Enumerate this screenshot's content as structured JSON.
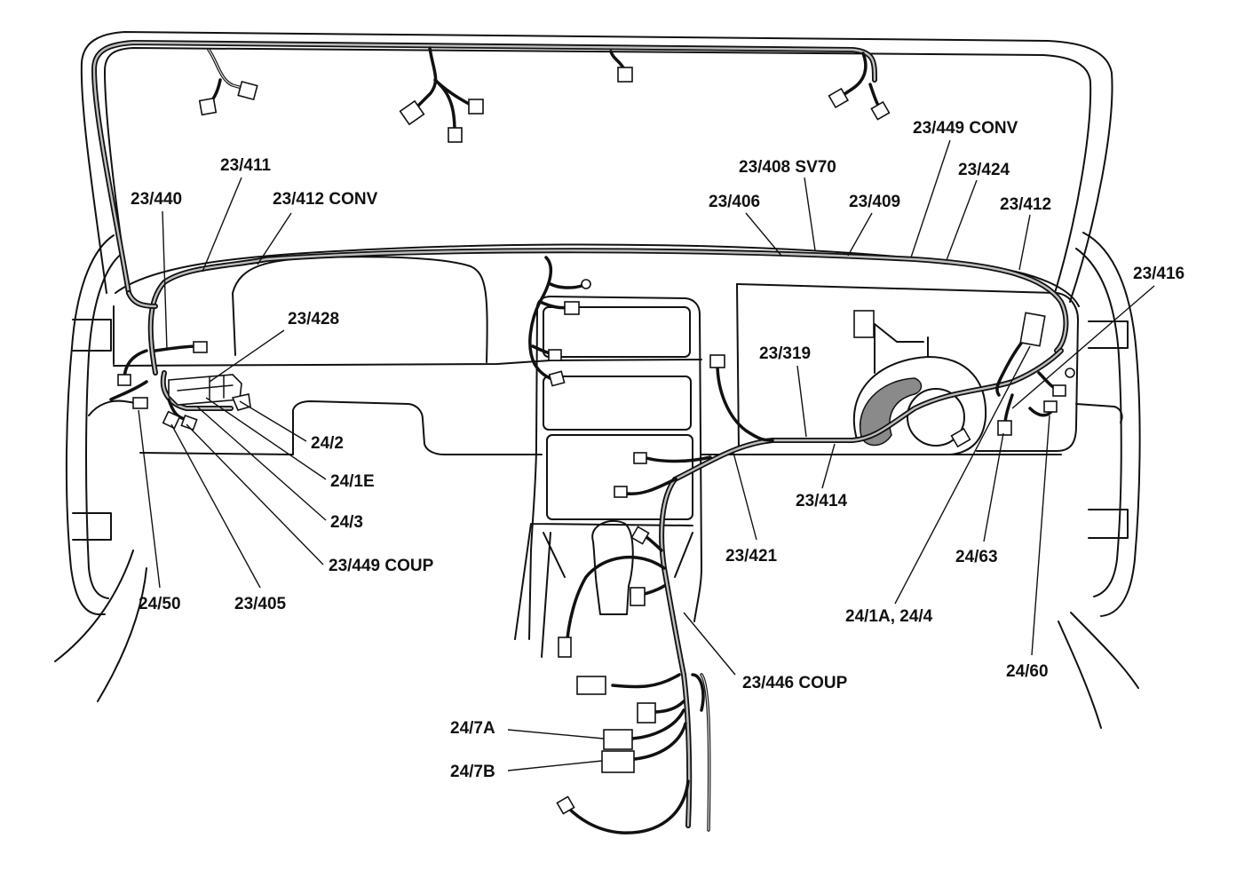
{
  "labels": {
    "l_23_411": "23/411",
    "l_23_440": "23/440",
    "l_23_412_conv": "23/412 CONV",
    "l_23_428": "23/428",
    "l_24_2": "24/2",
    "l_24_1e": "24/1E",
    "l_24_3": "24/3",
    "l_23_449_coup": "23/449 COUP",
    "l_24_50": "24/50",
    "l_23_405": "23/405",
    "l_23_449_conv": "23/449 CONV",
    "l_23_408_sv70": "23/408 SV70",
    "l_23_424": "23/424",
    "l_23_406": "23/406",
    "l_23_409": "23/409",
    "l_23_412": "23/412",
    "l_23_416": "23/416",
    "l_23_319": "23/319",
    "l_23_414": "23/414",
    "l_23_421": "23/421",
    "l_24_63": "24/63",
    "l_24_1a_24_4": "24/1A, 24/4",
    "l_24_60": "24/60",
    "l_23_446_coup": "23/446 COUP",
    "l_24_7a": "24/7A",
    "l_24_7b": "24/7B"
  }
}
